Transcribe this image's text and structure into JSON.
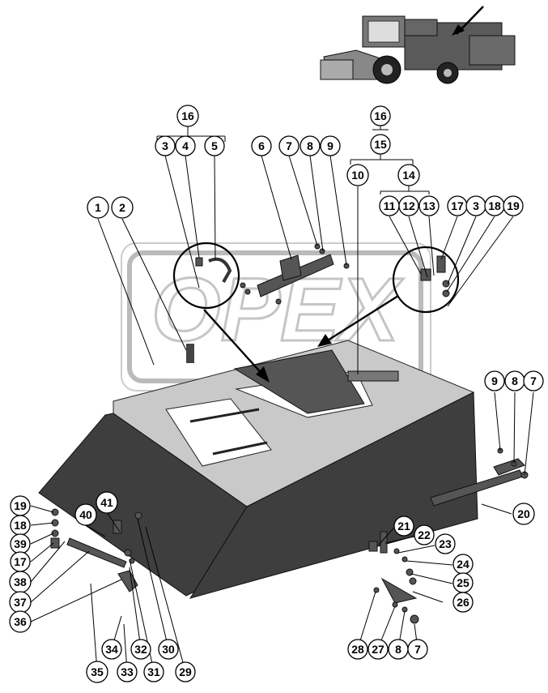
{
  "callouts": [
    {
      "id": "c16a",
      "label": "16"
    },
    {
      "id": "c3a",
      "label": "3"
    },
    {
      "id": "c4",
      "label": "4"
    },
    {
      "id": "c5",
      "label": "5"
    },
    {
      "id": "c6",
      "label": "6"
    },
    {
      "id": "c7a",
      "label": "7"
    },
    {
      "id": "c8a",
      "label": "8"
    },
    {
      "id": "c9a",
      "label": "9"
    },
    {
      "id": "c16b",
      "label": "16"
    },
    {
      "id": "c15",
      "label": "15"
    },
    {
      "id": "c10",
      "label": "10"
    },
    {
      "id": "c14",
      "label": "14"
    },
    {
      "id": "c1",
      "label": "1"
    },
    {
      "id": "c2",
      "label": "2"
    },
    {
      "id": "c11",
      "label": "11"
    },
    {
      "id": "c12",
      "label": "12"
    },
    {
      "id": "c13",
      "label": "13"
    },
    {
      "id": "c17a",
      "label": "17"
    },
    {
      "id": "c3b",
      "label": "3"
    },
    {
      "id": "c18a",
      "label": "18"
    },
    {
      "id": "c19a",
      "label": "19"
    },
    {
      "id": "c9b",
      "label": "9"
    },
    {
      "id": "c8b",
      "label": "8"
    },
    {
      "id": "c7b",
      "label": "7"
    },
    {
      "id": "c20",
      "label": "20"
    },
    {
      "id": "c19b",
      "label": "19"
    },
    {
      "id": "c18b",
      "label": "18"
    },
    {
      "id": "c39",
      "label": "39"
    },
    {
      "id": "c17b",
      "label": "17"
    },
    {
      "id": "c38",
      "label": "38"
    },
    {
      "id": "c37",
      "label": "37"
    },
    {
      "id": "c36",
      "label": "36"
    },
    {
      "id": "c40",
      "label": "40"
    },
    {
      "id": "c41",
      "label": "41"
    },
    {
      "id": "c21",
      "label": "21"
    },
    {
      "id": "c22",
      "label": "22"
    },
    {
      "id": "c23",
      "label": "23"
    },
    {
      "id": "c24",
      "label": "24"
    },
    {
      "id": "c25",
      "label": "25"
    },
    {
      "id": "c26",
      "label": "26"
    },
    {
      "id": "c35",
      "label": "35"
    },
    {
      "id": "c34",
      "label": "34"
    },
    {
      "id": "c33",
      "label": "33"
    },
    {
      "id": "c32",
      "label": "32"
    },
    {
      "id": "c31",
      "label": "31"
    },
    {
      "id": "c30",
      "label": "30"
    },
    {
      "id": "c29",
      "label": "29"
    },
    {
      "id": "c28",
      "label": "28"
    },
    {
      "id": "c27",
      "label": "27"
    },
    {
      "id": "c8c",
      "label": "8"
    },
    {
      "id": "c7c",
      "label": "7"
    }
  ],
  "watermark_text": "OPEX",
  "colors": {
    "dark_panel": "#3e3e3e",
    "light_panel": "#c9c9c9",
    "outline": "#000000",
    "background": "#ffffff"
  }
}
